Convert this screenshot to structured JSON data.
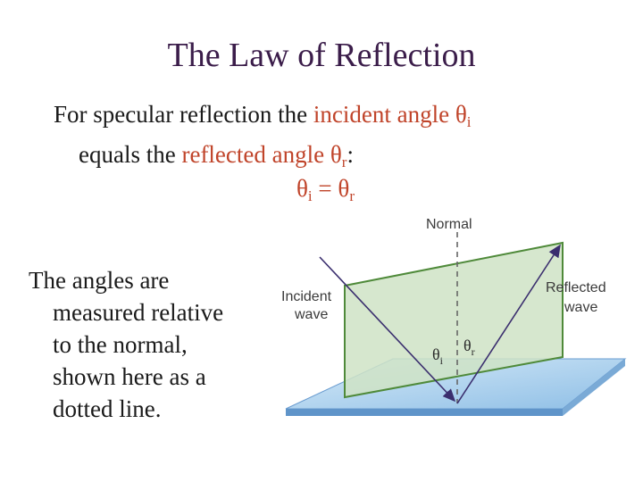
{
  "title": "The Law of Reflection",
  "intro": {
    "line1_prefix": "For specular reflection the ",
    "line1_highlight": "incident angle θ",
    "line1_sub": "i",
    "line2_prefix": "equals the ",
    "line2_highlight": "reflected angle θ",
    "line2_sub": "r",
    "line2_suffix": ":"
  },
  "equation": {
    "lhs": "θ",
    "lhs_sub": "i",
    "op": " = ",
    "rhs": "θ",
    "rhs_sub": "r"
  },
  "note_lines": [
    "The angles are",
    "measured relative",
    "to the normal,",
    "shown here as a",
    "dotted line."
  ],
  "diagram": {
    "normal_label": "Normal",
    "incident_label_1": "Incident",
    "incident_label_2": "wave",
    "reflected_label_1": "Reflected",
    "reflected_label_2": "wave",
    "theta_i": "θ",
    "theta_i_sub": "i",
    "theta_r": "θ",
    "theta_r_sub": "r",
    "colors": {
      "plane_fill": "#cfe3c6",
      "plane_stroke": "#4f8a3a",
      "surface_top": "#a9cdea",
      "surface_edge": "#4f86c0",
      "arrow": "#3a2e6e"
    }
  }
}
